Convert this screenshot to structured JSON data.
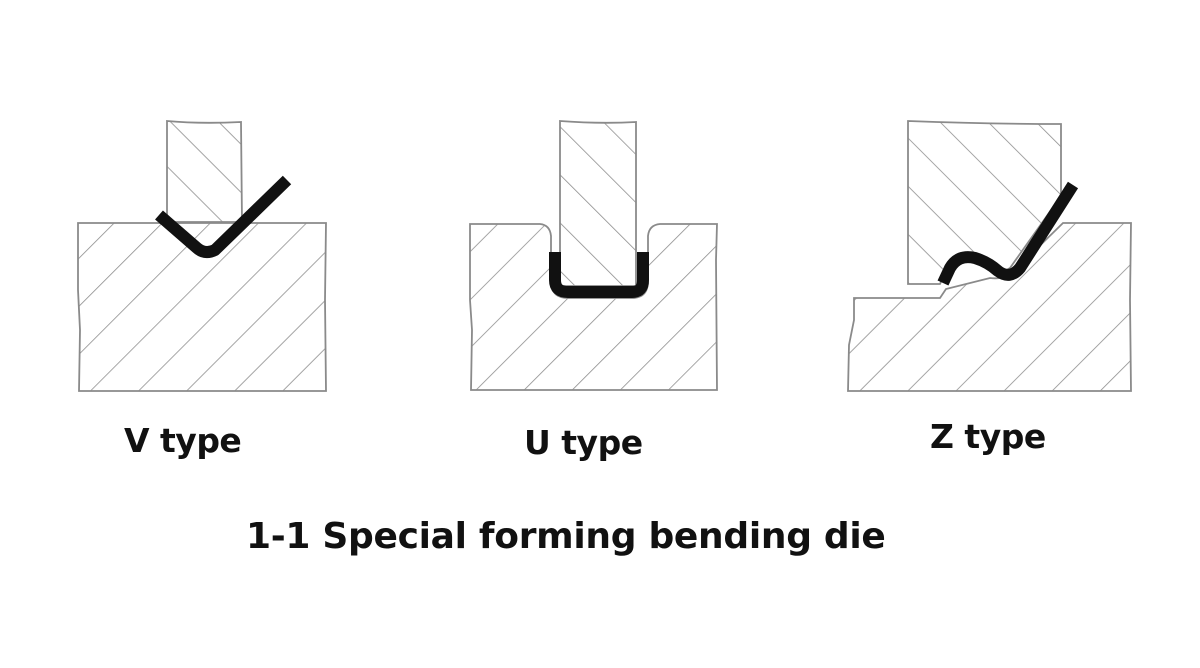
{
  "caption": "1-1 Special forming bending die",
  "colors": {
    "background": "#ffffff",
    "outline": "#8a8a8a",
    "hatch": "#8f8f8f",
    "workpiece": "#111111",
    "text": "#111111"
  },
  "dies": [
    {
      "id": "v",
      "label": "V type",
      "parts": [
        "punch",
        "lower die",
        "bent workpiece strip (V-shape)"
      ]
    },
    {
      "id": "u",
      "label": "U type",
      "parts": [
        "punch",
        "lower die with rectangular cavity",
        "bent workpiece strip (U-shape)"
      ]
    },
    {
      "id": "z",
      "label": "Z type",
      "parts": [
        "stepped upper punch",
        "stepped lower die",
        "bent workpiece strip (Z-shape)"
      ]
    }
  ]
}
